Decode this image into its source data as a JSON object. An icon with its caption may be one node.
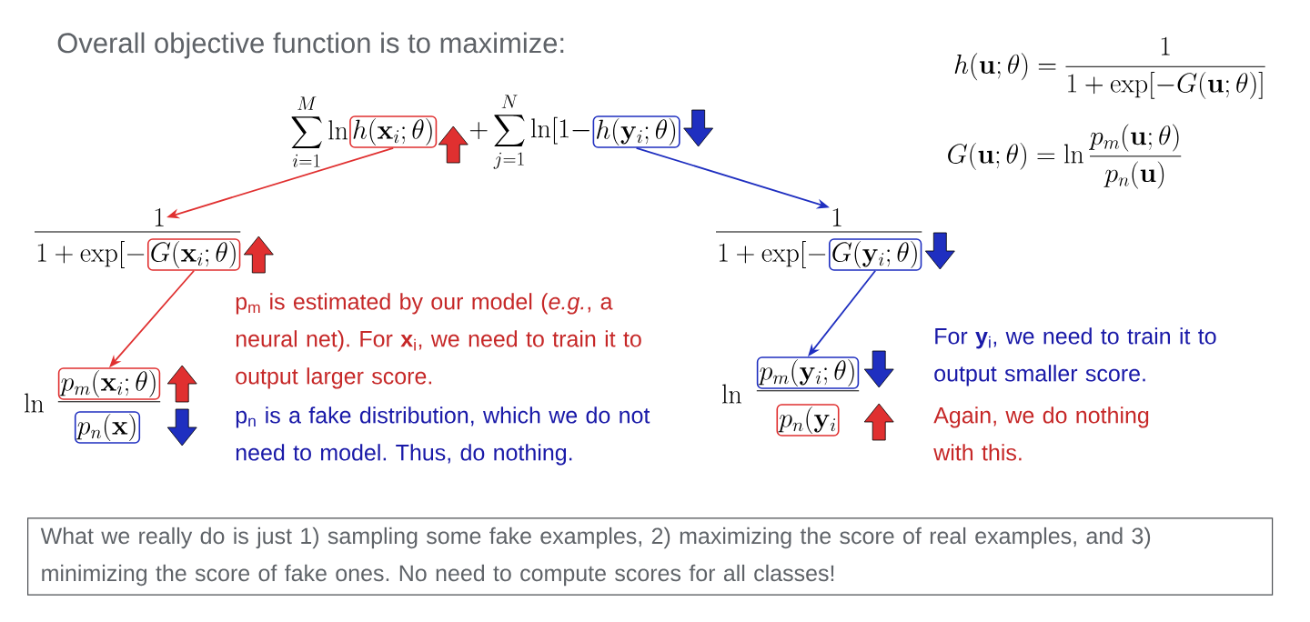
{
  "diagram": {
    "title": "Overall objective function is to maximize:",
    "nodes": [
      {
        "text": [
          "h(\\mathbf{x}_i;\\theta)"
        ]
      },
      {
        "text": [
          "h(\\mathbf{y}_i;\\theta)"
        ]
      },
      {
        "text": [
          "1"
        ]
      },
      {
        "text": [
          "G(\\mathbf{x}_i;\\theta)"
        ]
      },
      {
        "text": [
          "1"
        ]
      },
      {
        "text": [
          "G(\\mathbf{y}_i;\\theta)"
        ]
      },
      {
        "text": [
          "p_m(\\mathbf{x}_i;\\theta)"
        ]
      },
      {
        "text": [
          "p_n(\\mathbf{x})"
        ]
      },
      {
        "text": [
          "p_m(\\mathbf{y}_i;\\theta)"
        ]
      },
      {
        "text": [
          "p_n(\\mathbf{y}_i"
        ]
      },
      {
        "text": [
          "What we really do is just 1) sampling some fake examples, 2) maximizing the score of real examples, and 3) minimizing the score of fake ones. No need to compute scores for all classes!"
        ]
      }
    ],
    "edges": [
      {
        "from": 0,
        "to": 2,
        "arrow": "to",
        "color": "#e03030"
      },
      {
        "from": 1,
        "to": 4,
        "arrow": "to",
        "color": "#1f2fc0"
      },
      {
        "from": 3,
        "to": 6,
        "arrow": "to",
        "color": "#e03030"
      },
      {
        "from": 5,
        "to": 8,
        "arrow": "to",
        "color": "#1f2fc0"
      }
    ],
    "labels": [
      "\\sum_{i=1}^{M}\\ln",
      "+\\sum_{j=1}^{N}\\ln[1-",
      "h(\\mathbf{u};\\theta)=\\frac{1}{1+\\exp[-G(\\mathbf{u};\\theta)]}",
      "G(\\mathbf{u};\\theta)=\\ln\\frac{p_m(\\mathbf{u};\\theta)}{p_n(\\mathbf{u})}",
      "1+\\exp[-",
      "1+\\exp[-",
      "p$_{m}$ is estimated by our model (*e.g.*, a neural net). For **x**$_{i}$, we need to train it to output larger score.",
      "\\ln",
      "\\ln",
      "For **y**$_{i}$, we need to train it to output smaller score.",
      "p$_{n}$ is a fake distribution, which we do not need to model. Thus, do nothing.",
      "Again, we do nothing with this."
    ]
  }
}
